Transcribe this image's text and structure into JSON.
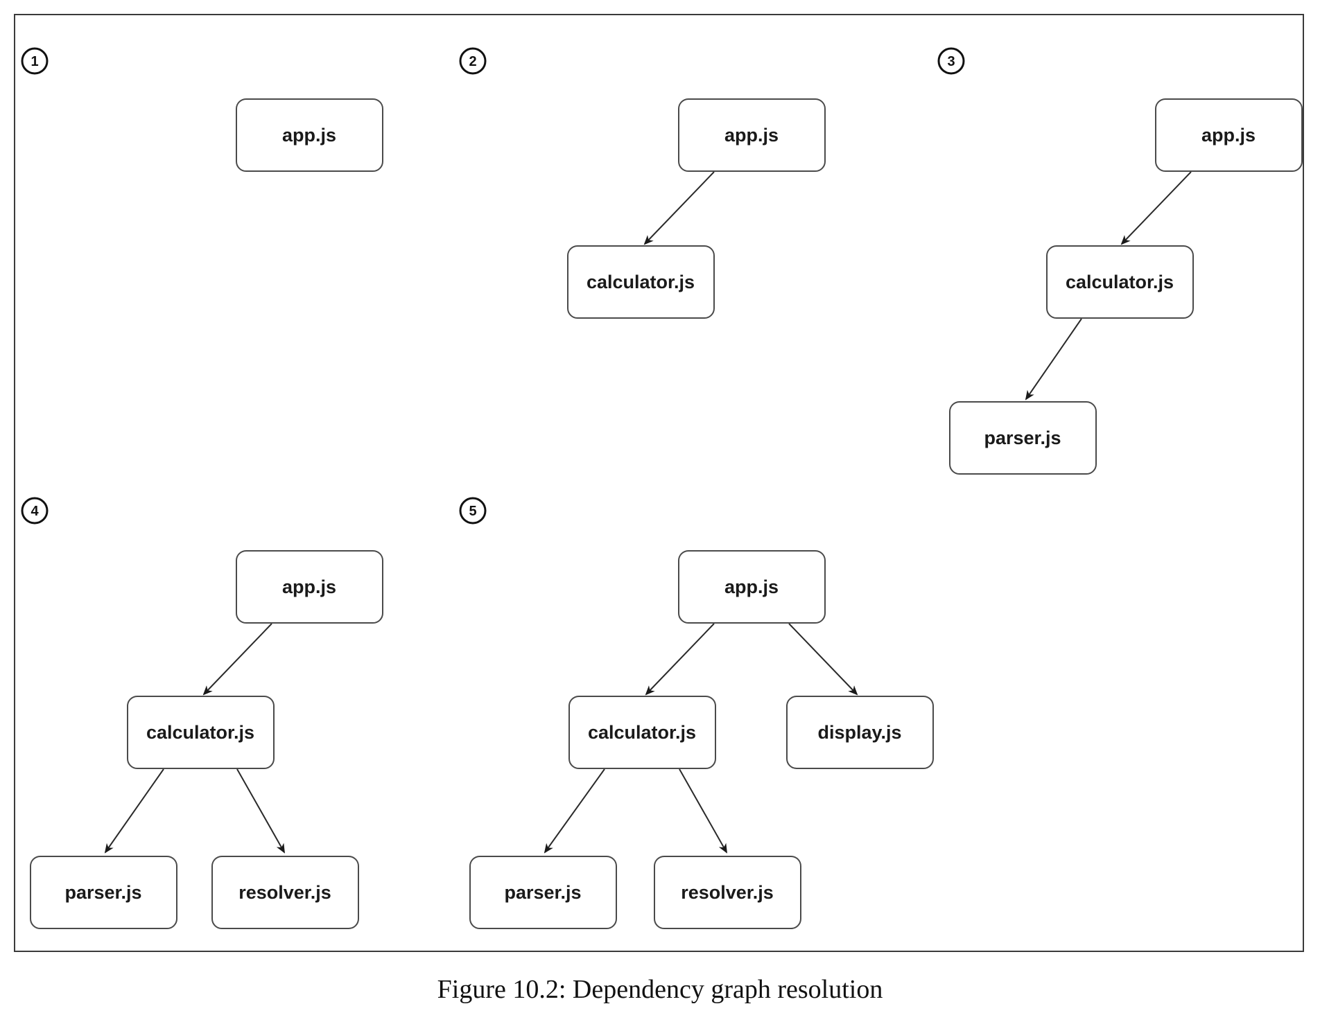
{
  "caption": "Figure 10.2: Dependency graph resolution",
  "panels": [
    {
      "step": "1",
      "nodes": {
        "app": "app.js"
      }
    },
    {
      "step": "2",
      "nodes": {
        "app": "app.js",
        "calculator": "calculator.js"
      }
    },
    {
      "step": "3",
      "nodes": {
        "app": "app.js",
        "calculator": "calculator.js",
        "parser": "parser.js"
      }
    },
    {
      "step": "4",
      "nodes": {
        "app": "app.js",
        "calculator": "calculator.js",
        "parser": "parser.js",
        "resolver": "resolver.js"
      }
    },
    {
      "step": "5",
      "nodes": {
        "app": "app.js",
        "calculator": "calculator.js",
        "display": "display.js",
        "parser": "parser.js",
        "resolver": "resolver.js"
      }
    }
  ],
  "edges": [
    {
      "panel": 1,
      "from": "app",
      "to": "calculator"
    },
    {
      "panel": 2,
      "from": "app",
      "to": "calculator"
    },
    {
      "panel": 2,
      "from": "calculator",
      "to": "parser"
    },
    {
      "panel": 3,
      "from": "app",
      "to": "calculator"
    },
    {
      "panel": 3,
      "from": "calculator",
      "to": "parser"
    },
    {
      "panel": 3,
      "from": "calculator",
      "to": "resolver"
    },
    {
      "panel": 4,
      "from": "app",
      "to": "calculator"
    },
    {
      "panel": 4,
      "from": "app",
      "to": "display"
    },
    {
      "panel": 4,
      "from": "calculator",
      "to": "parser"
    },
    {
      "panel": 4,
      "from": "calculator",
      "to": "resolver"
    }
  ]
}
